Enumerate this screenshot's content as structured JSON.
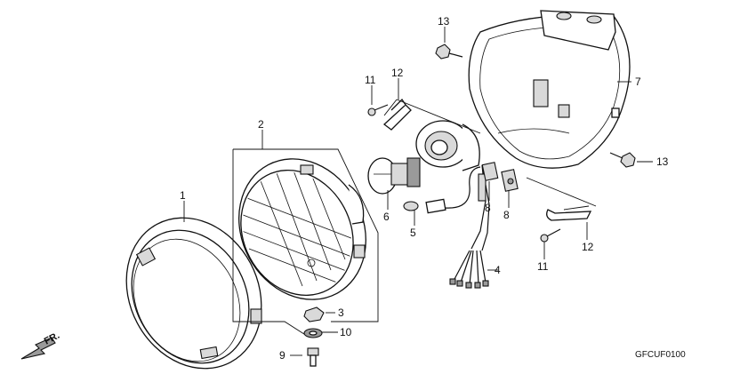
{
  "diagram": {
    "code": "GFCUF0100",
    "direction_label": "FR.",
    "callouts": [
      "1",
      "2",
      "3",
      "4",
      "5",
      "6",
      "7",
      "8",
      "8",
      "9",
      "10",
      "11",
      "11",
      "12",
      "12",
      "13",
      "13"
    ]
  }
}
